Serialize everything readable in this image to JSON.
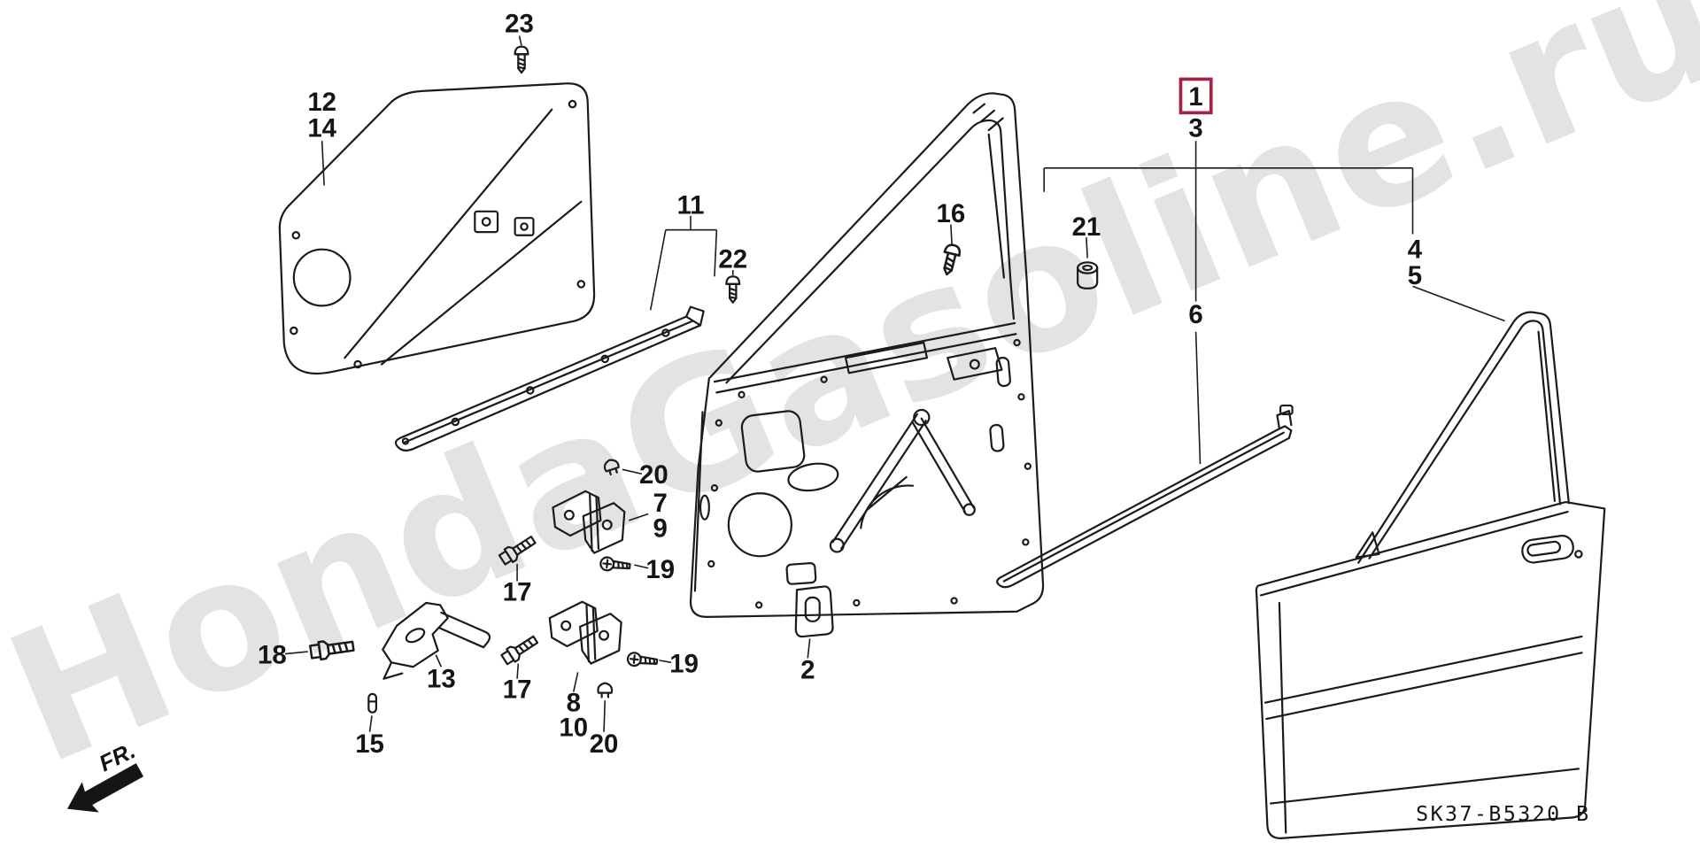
{
  "diagram": {
    "code": "SK37-B5320 B",
    "fr_label": "FR.",
    "watermark": "HondaGasoline.ru",
    "highlighted_callout": "1"
  },
  "colors": {
    "line": "#1b1b1b",
    "highlight_box": "#a22342",
    "watermark": "#cfcfcf",
    "background": "#ffffff"
  },
  "callouts": [
    {
      "text": "23"
    },
    {
      "text": "12"
    },
    {
      "text": "14"
    },
    {
      "text": "11"
    },
    {
      "text": "22"
    },
    {
      "text": "16"
    },
    {
      "text": "21"
    },
    {
      "text": "1",
      "highlighted": true
    },
    {
      "text": "3"
    },
    {
      "text": "4"
    },
    {
      "text": "5"
    },
    {
      "text": "6"
    },
    {
      "text": "20"
    },
    {
      "text": "7"
    },
    {
      "text": "9"
    },
    {
      "text": "19"
    },
    {
      "text": "17"
    },
    {
      "text": "18"
    },
    {
      "text": "13"
    },
    {
      "text": "15"
    },
    {
      "text": "17"
    },
    {
      "text": "8"
    },
    {
      "text": "10"
    },
    {
      "text": "19"
    },
    {
      "text": "20"
    },
    {
      "text": "2"
    }
  ]
}
